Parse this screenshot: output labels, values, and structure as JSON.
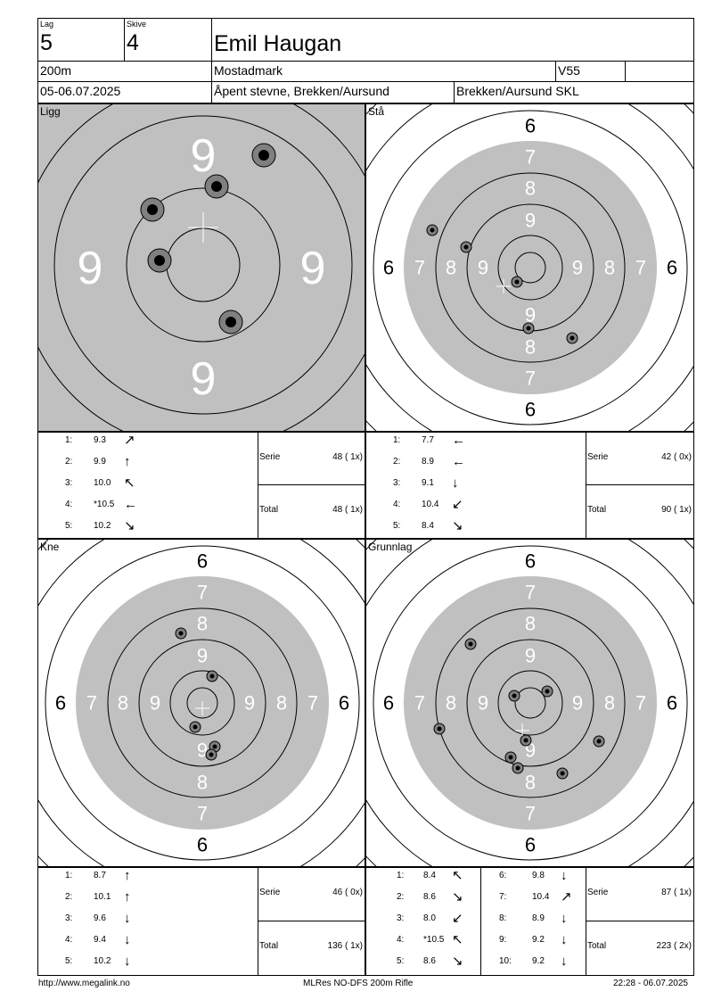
{
  "header": {
    "lag_label": "Lag",
    "lag_value": "5",
    "skive_label": "Skive",
    "skive_value": "4",
    "name": "Emil Haugan",
    "distance": "200m",
    "club": "Mostadmark",
    "class": "V55",
    "date": "05-06.07.2025",
    "event": "Åpent stevne, Brekken/Aursund",
    "organizer": "Brekken/Aursund SKL"
  },
  "targets": [
    {
      "label": "Ligg",
      "ring_nine": "9"
    },
    {
      "label": "Stå",
      "rings": [
        "6",
        "7",
        "8",
        "9"
      ]
    },
    {
      "label": "Kne",
      "rings": [
        "6",
        "7",
        "8",
        "9"
      ]
    },
    {
      "label": "Grunnlag",
      "rings": [
        "6",
        "7",
        "8",
        "9"
      ]
    }
  ],
  "ligg": {
    "shots": [
      {
        "n": "1:",
        "v": "9.3",
        "dir": "↗"
      },
      {
        "n": "2:",
        "v": "9.9",
        "dir": "↑"
      },
      {
        "n": "3:",
        "v": "10.0",
        "dir": "↖"
      },
      {
        "n": "4:",
        "v": "*10.5",
        "dir": "←"
      },
      {
        "n": "5:",
        "v": "10.2",
        "dir": "↘"
      }
    ],
    "serie_label": "Serie",
    "serie_value": "48 ( 1x)",
    "total_label": "Total",
    "total_value": "48 ( 1x)"
  },
  "staa": {
    "shots": [
      {
        "n": "1:",
        "v": "7.7",
        "dir": "←"
      },
      {
        "n": "2:",
        "v": "8.9",
        "dir": "←"
      },
      {
        "n": "3:",
        "v": "9.1",
        "dir": "↓"
      },
      {
        "n": "4:",
        "v": "10.4",
        "dir": "↙"
      },
      {
        "n": "5:",
        "v": "8.4",
        "dir": "↘"
      }
    ],
    "serie_label": "Serie",
    "serie_value": "42 ( 0x)",
    "total_label": "Total",
    "total_value": "90 ( 1x)"
  },
  "kne": {
    "shots": [
      {
        "n": "1:",
        "v": "8.7",
        "dir": "↑"
      },
      {
        "n": "2:",
        "v": "10.1",
        "dir": "↑"
      },
      {
        "n": "3:",
        "v": "9.6",
        "dir": "↓"
      },
      {
        "n": "4:",
        "v": "9.4",
        "dir": "↓"
      },
      {
        "n": "5:",
        "v": "10.2",
        "dir": "↓"
      }
    ],
    "serie_label": "Serie",
    "serie_value": "46 ( 0x)",
    "total_label": "Total",
    "total_value": "136 ( 1x)"
  },
  "grunnlag": {
    "shots_a": [
      {
        "n": "1:",
        "v": "8.4",
        "dir": "↖"
      },
      {
        "n": "2:",
        "v": "8.6",
        "dir": "↘"
      },
      {
        "n": "3:",
        "v": "8.0",
        "dir": "↙"
      },
      {
        "n": "4:",
        "v": "*10.5",
        "dir": "↖"
      },
      {
        "n": "5:",
        "v": "8.6",
        "dir": "↘"
      }
    ],
    "shots_b": [
      {
        "n": "6:",
        "v": "9.8",
        "dir": "↓"
      },
      {
        "n": "7:",
        "v": "10.4",
        "dir": "↗"
      },
      {
        "n": "8:",
        "v": "8.9",
        "dir": "↓"
      },
      {
        "n": "9:",
        "v": "9.2",
        "dir": "↓"
      },
      {
        "n": "10:",
        "v": "9.2",
        "dir": "↓"
      }
    ],
    "serie_label": "Serie",
    "serie_value": "87 ( 1x)",
    "total_label": "Total",
    "total_value": "223 ( 2x)"
  },
  "footer": {
    "url": "http://www.megalink.no",
    "system": "MLRes NO-DFS 200m Rifle",
    "timestamp": "22:28 - 06.07.2025"
  }
}
